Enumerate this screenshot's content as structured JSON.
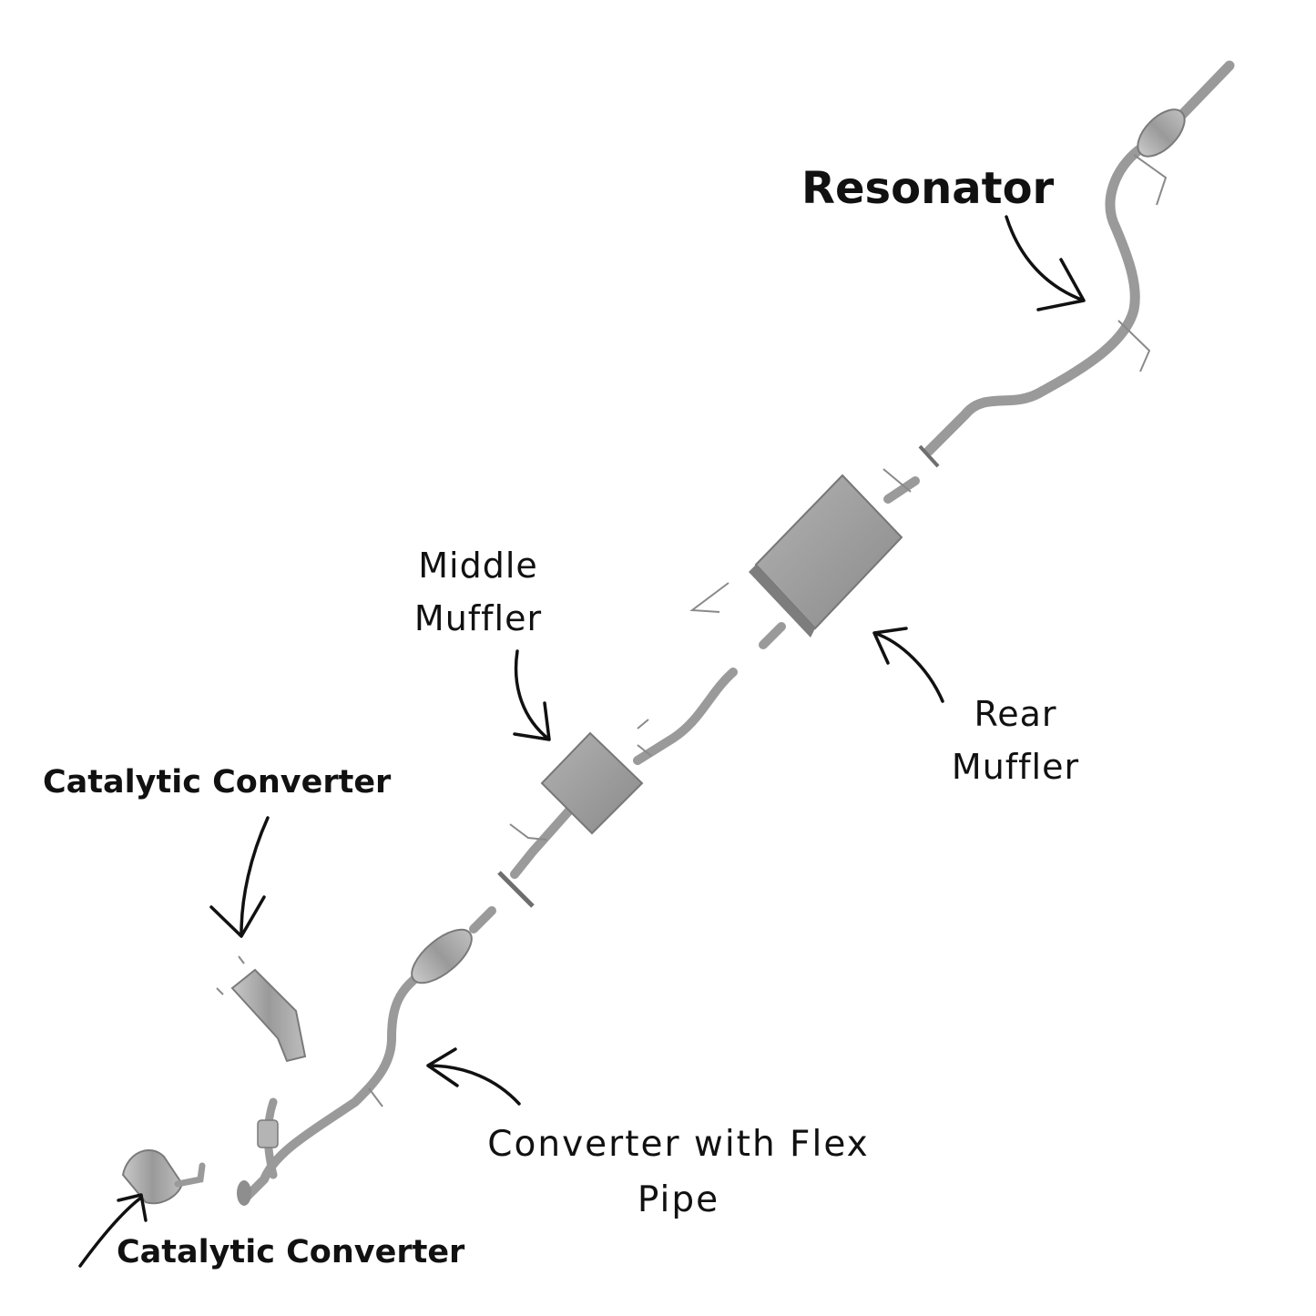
{
  "labels": {
    "resonator": "Resonator",
    "middle_muffler": [
      "Middle",
      "Muffler"
    ],
    "rear_muffler": [
      "Rear",
      "Muffler"
    ],
    "catalytic_converter_upper": "Catalytic Converter",
    "catalytic_converter_lower": "Catalytic Converter",
    "converter_with_flex_pipe": [
      "Converter with Flex",
      "Pipe"
    ]
  },
  "colors": {
    "background": "#ffffff",
    "text": "#111111",
    "pipe": "#9a9a9a",
    "pipe_dark": "#6e6e6e",
    "muffler": "#a4a4a4",
    "muffler_shade": "#8c8c8c",
    "arrow": "#111111"
  },
  "icons": {
    "exhaust_part": "pipe-illustration",
    "pointer": "curved-arrow"
  }
}
